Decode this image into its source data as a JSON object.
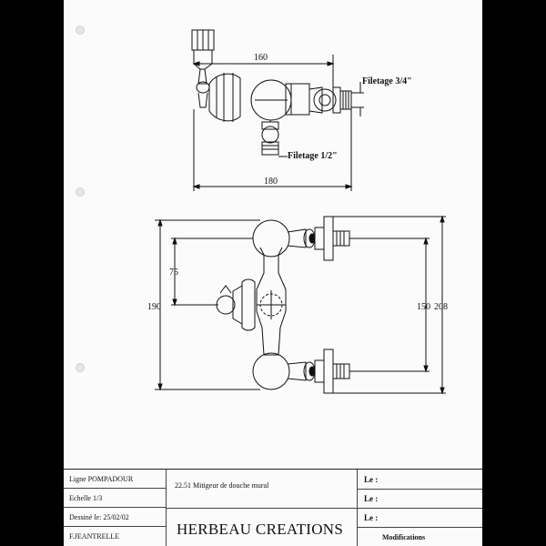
{
  "dimensions": {
    "top_width": "160",
    "top_total": "180",
    "front_height": "190",
    "front_offset": "75",
    "front_spacing": "150",
    "front_total": "208"
  },
  "labels": {
    "thread_large": "Filetage 3/4\"",
    "thread_small": "Filetage 1/2\""
  },
  "titleblock": {
    "ligne": "Ligne  POMPADOUR",
    "echelle": "Echelle  1/3",
    "date": "Dessiné le:  25/02/02",
    "author": "F.JEANTRELLE",
    "description": "22.51 Mitigeur de douche mural",
    "company": "HERBEAU CREATIONS",
    "le_1": "Le :",
    "le_2": "Le :",
    "le_3": "Le :",
    "modifications": "Modifications"
  }
}
